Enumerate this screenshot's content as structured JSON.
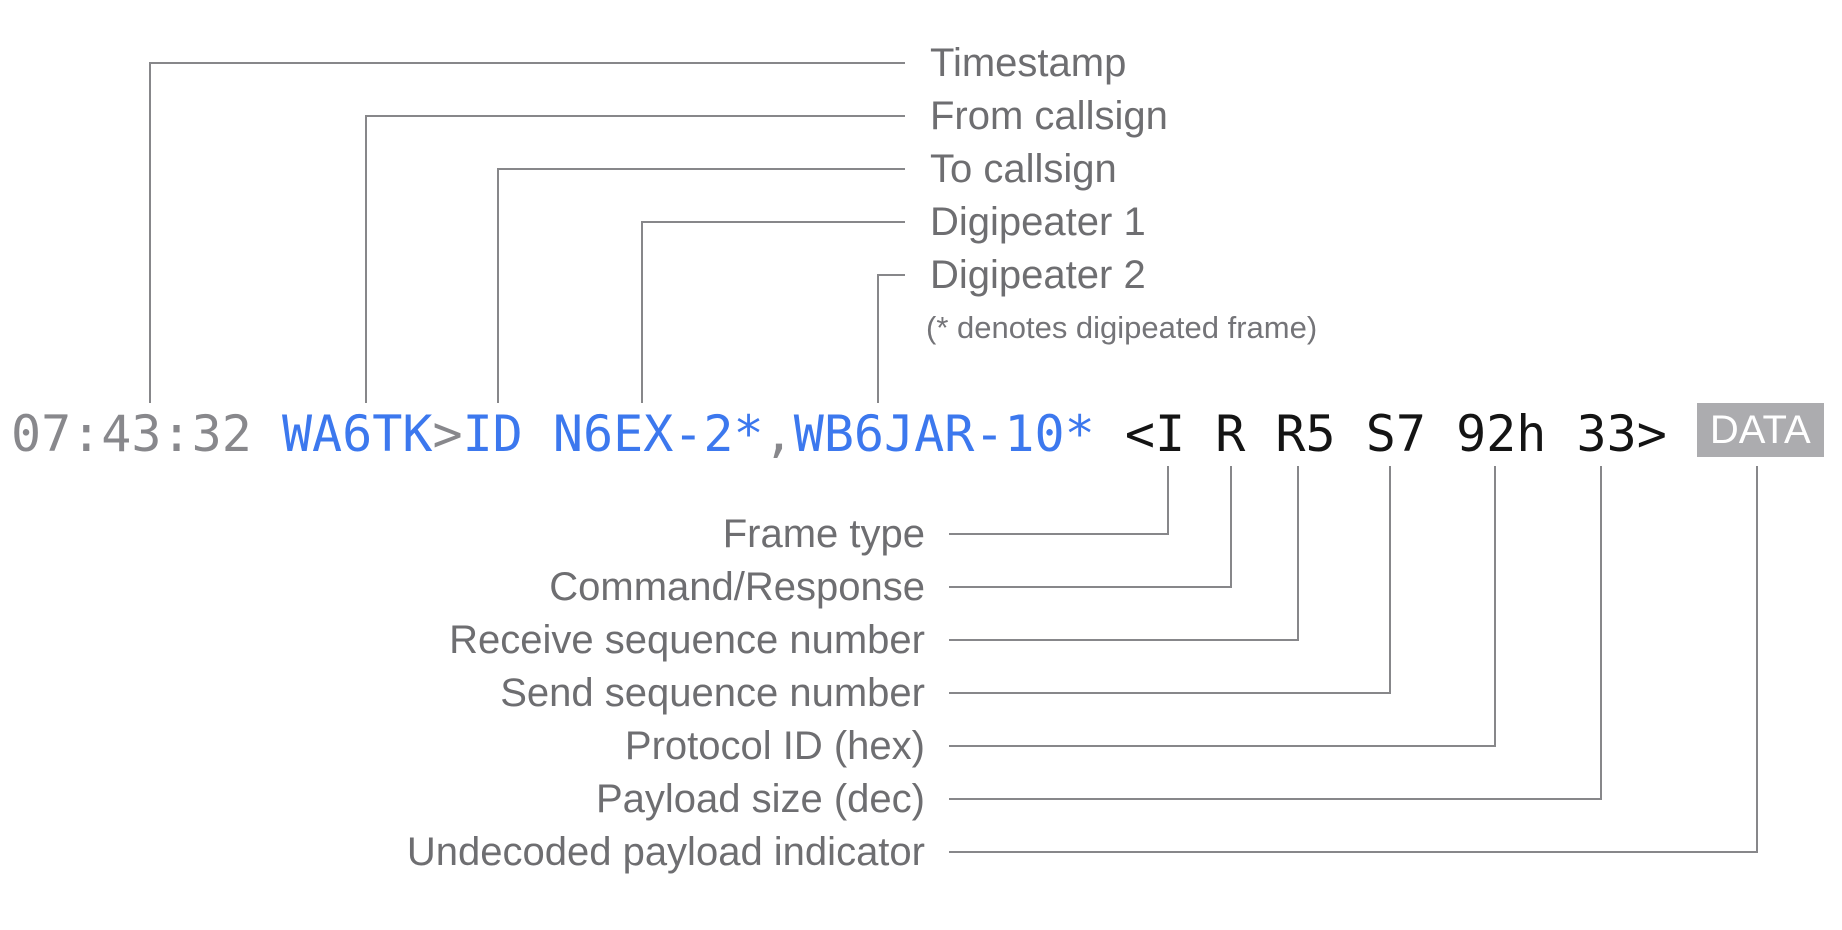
{
  "frame_line": {
    "timestamp": "07:43:32",
    "from_callsign": "WA6TK",
    "path_separator": ">",
    "to_callsign": "ID",
    "digipeater_1": "N6EX-2*",
    "digipeater_delimiter": ",",
    "digipeater_2": "WB6JAR-10*",
    "control_open": "<",
    "frame_type": "I",
    "command_response": "R",
    "receive_sequence": "R5",
    "send_sequence": "S7",
    "protocol_id": "92h",
    "payload_size": "33",
    "control_close": ">",
    "payload_badge": "DATA"
  },
  "labels": {
    "top": [
      "Timestamp",
      "From callsign",
      "To callsign",
      "Digipeater 1",
      "Digipeater 2"
    ],
    "top_note": "(* denotes digipeated frame)",
    "bottom": [
      "Frame type",
      "Command/Response",
      "Receive sequence number",
      "Send sequence number",
      "Protocol ID (hex)",
      "Payload size (dec)",
      "Undecoded payload indicator"
    ]
  },
  "colors": {
    "callsign_blue": "#3C78EE",
    "timestamp_gray": "#88888C",
    "control_text": "#141414",
    "label_gray": "#6E6E71",
    "note_gray": "#747478",
    "connector_gray": "#87878A",
    "badge_background": "#ACACAF",
    "badge_text": "#FFFFFF"
  }
}
